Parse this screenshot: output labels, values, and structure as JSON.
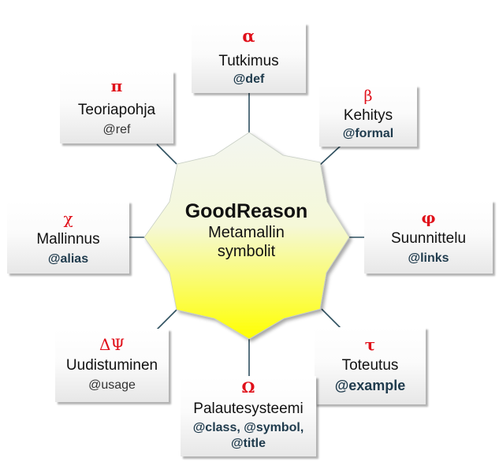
{
  "center": {
    "title": "GoodReason",
    "subtitle_line1": "Metamallin",
    "subtitle_line2": "symbolit",
    "fill_top": "#f3f6f0",
    "fill_bottom": "#ffff00"
  },
  "nodes": {
    "tutkimus": {
      "symbol": "α",
      "title": "Tutkimus",
      "tag": "@def"
    },
    "kehitys": {
      "symbol": "β",
      "title": "Kehitys",
      "tag": "@formal"
    },
    "suunnittelu": {
      "symbol": "φ",
      "title": "Suunnittelu",
      "tag": "@links"
    },
    "toteutus": {
      "symbol": "τ",
      "title": "Toteutus",
      "tag": "@example"
    },
    "palaute": {
      "symbol": "Ω",
      "title": "Palautesysteemi",
      "tag_line1": "@class, @symbol,",
      "tag_line2": "@title"
    },
    "uudistuminen": {
      "symbol": "ΔΨ",
      "title": "Uudistuminen",
      "tag": "@usage"
    },
    "mallinnus": {
      "symbol": "χ",
      "title": "Mallinnus",
      "tag": "@alias"
    },
    "teoriapohja": {
      "symbol": "π",
      "title": "Teoriapohja",
      "tag": "@ref"
    }
  },
  "colors": {
    "symbol": "#e0101a",
    "tag": "#1f3b4d",
    "connector": "#2f5060"
  }
}
